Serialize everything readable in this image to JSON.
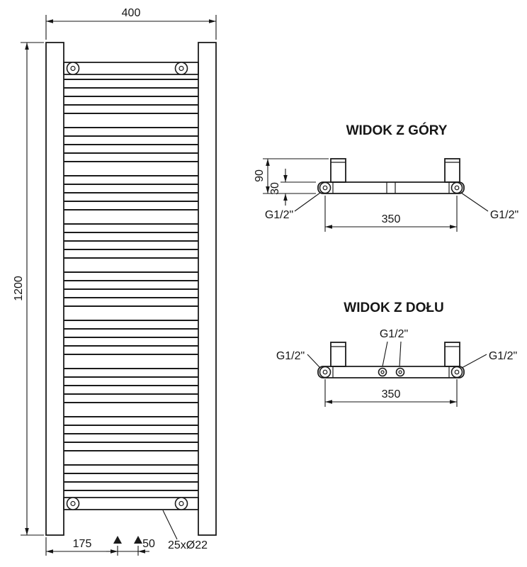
{
  "front_view": {
    "dim_width": "400",
    "dim_height": "1200",
    "dim_bottom_offset": "175",
    "dim_valve_spacing": "50",
    "tube_label": "25xØ22"
  },
  "top_view": {
    "title": "WIDOK Z GÓRY",
    "dim_depth": "90",
    "dim_wall": "30",
    "thread_left": "G1/2\"",
    "thread_right": "G1/2\"",
    "dim_connections": "350"
  },
  "bottom_view": {
    "title": "WIDOK Z DOŁU",
    "thread_center": "G1/2\"",
    "thread_left": "G1/2\"",
    "thread_right": "G1/2\"",
    "dim_connections": "350"
  },
  "colors": {
    "line": "#1b1b1b",
    "background": "#ffffff"
  }
}
